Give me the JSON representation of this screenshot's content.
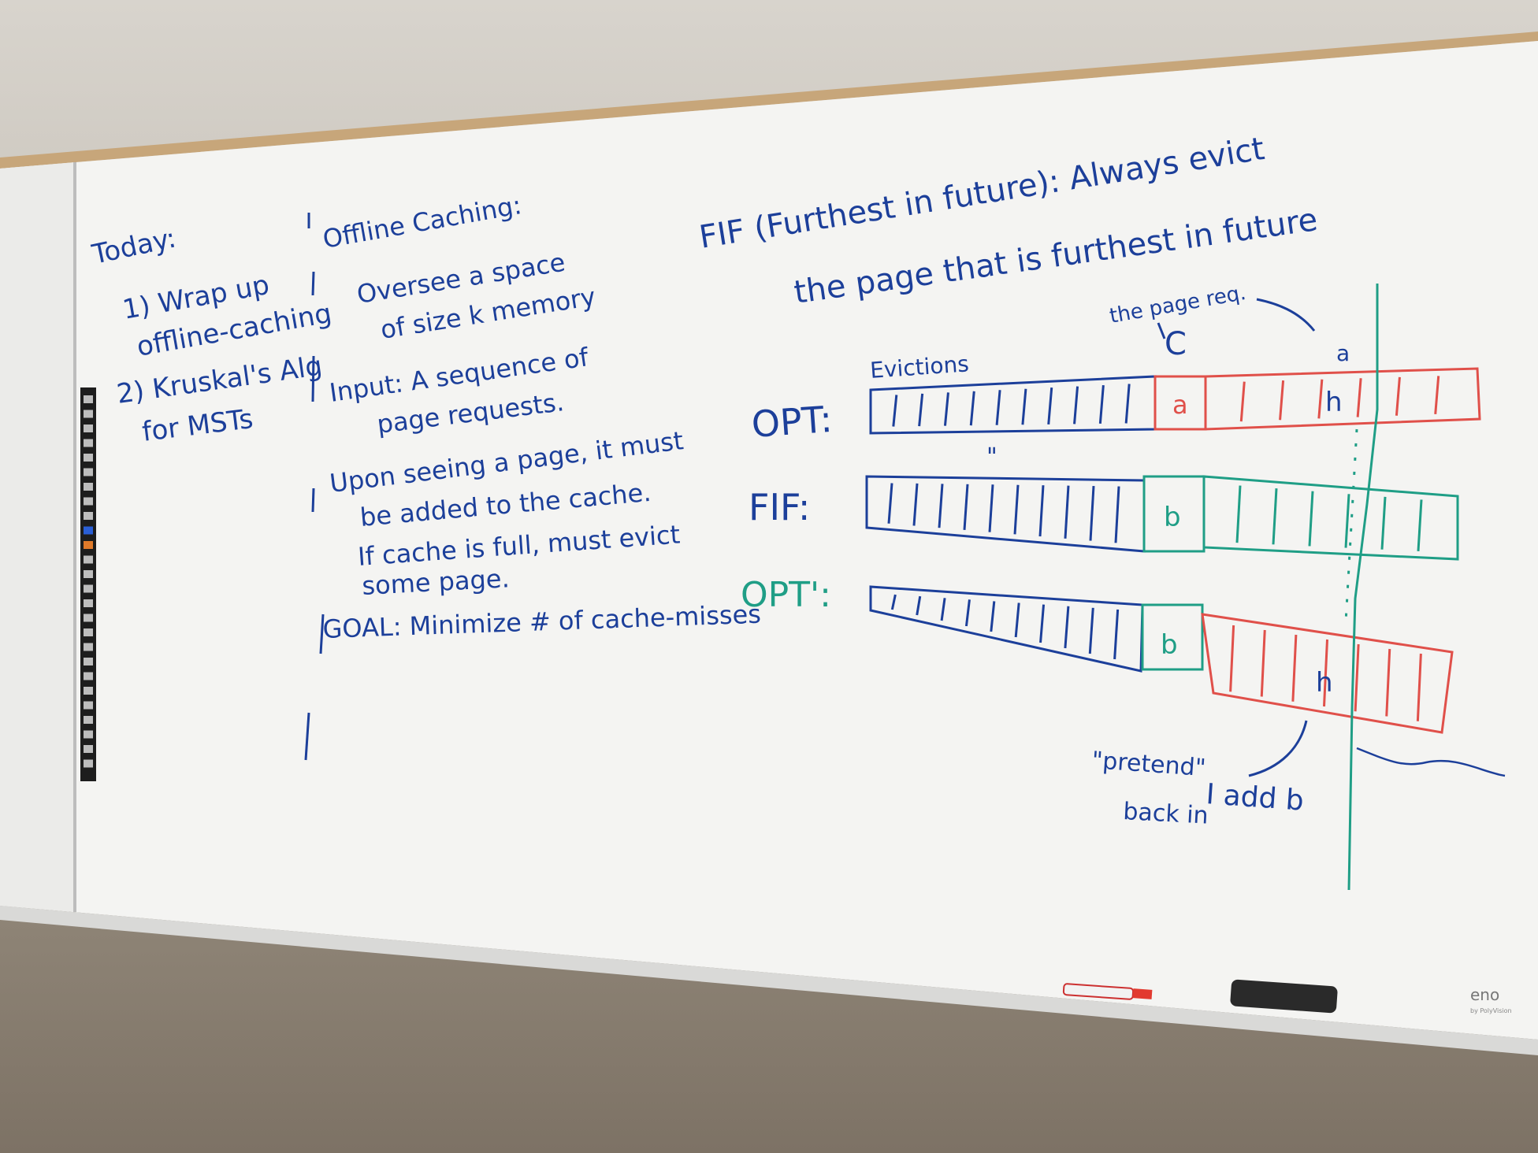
{
  "board": {
    "brand": "eno",
    "brand_sub": "by PolyVision"
  },
  "left_notes": {
    "heading": "Today:",
    "item1_line1": "1) Wrap up",
    "item1_line2": "offline-caching",
    "item2_line1": "2) Kruskal's Alg",
    "item2_line2": "for MSTs"
  },
  "middle_notes": {
    "heading": "Offline Caching:",
    "line1": "Oversee a space",
    "line2": "of size k memory",
    "line3": "Input: A sequence of",
    "line4": "page requests.",
    "line5": "Upon seeing a page, it must",
    "line6": "be added to the cache.",
    "line7": "If cache is full, must evict",
    "line8": "some page.",
    "line9": "GOAL: Minimize # of cache-misses"
  },
  "right_notes": {
    "title_line1": "FIF (Furthest in future): Always evict",
    "title_line2": "the page that is furthest in future",
    "page_req_note": "the page req.",
    "req_letter": "C",
    "top_letter": "a",
    "evictions_label": "Evictions",
    "ditto": "\"",
    "row_opt_label": "OPT:",
    "row_fif_label": "FIF:",
    "row_optp_label": "OPT':",
    "opt_cell": "a",
    "opt_h": "h",
    "fif_cell": "b",
    "optp_cell": "b",
    "optp_h": "h",
    "pretend": "\"pretend\"",
    "back_in": "back in",
    "i_add_b": "I add b"
  },
  "colors": {
    "blue_ink": "#1c3f9a",
    "red_ink": "#e0504a",
    "green_ink": "#1f9e86"
  }
}
